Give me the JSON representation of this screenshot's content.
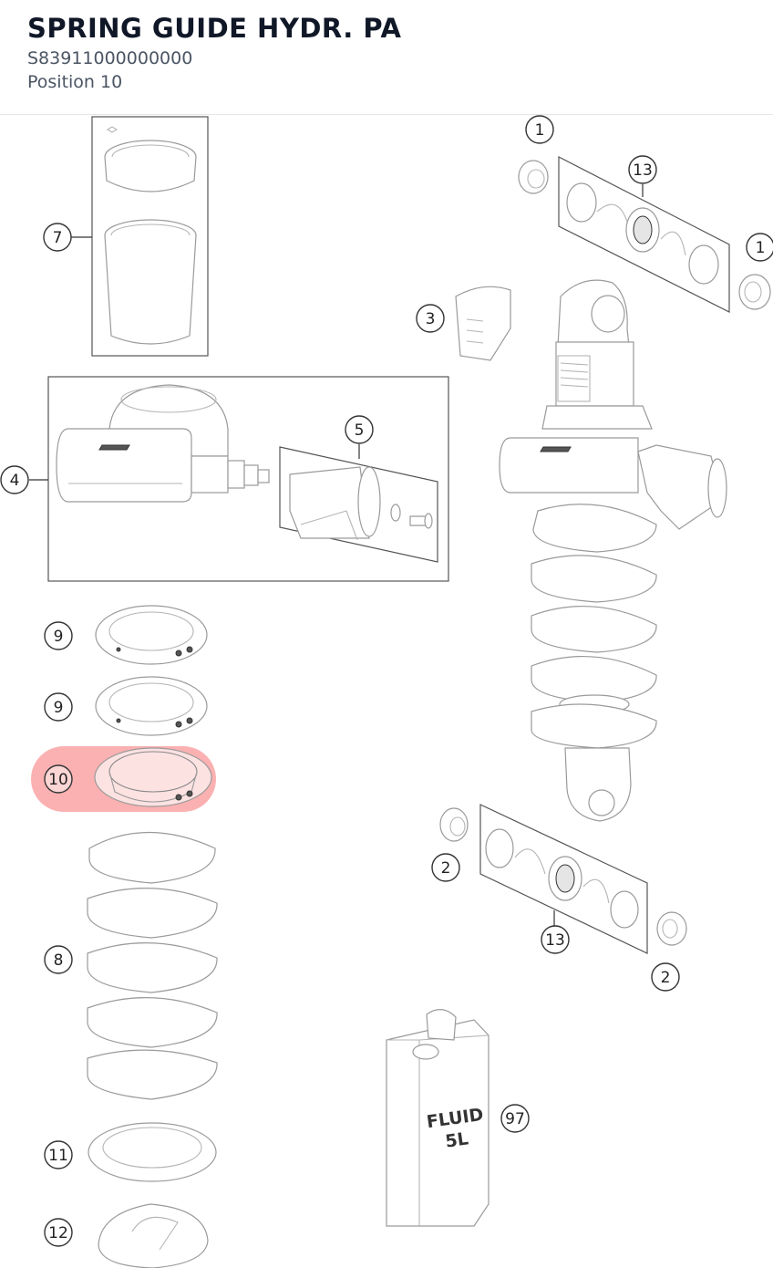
{
  "header": {
    "title": "SPRING GUIDE HYDR. PA",
    "part_number": "S83911000000000",
    "position": "Position 10"
  },
  "highlight_color": "#f87171",
  "callouts": [
    {
      "label": "1"
    },
    {
      "label": "13"
    },
    {
      "label": "1"
    },
    {
      "label": "7"
    },
    {
      "label": "3"
    },
    {
      "label": "5"
    },
    {
      "label": "4"
    },
    {
      "label": "9"
    },
    {
      "label": "9"
    },
    {
      "label": "10"
    },
    {
      "label": "2"
    },
    {
      "label": "13"
    },
    {
      "label": "2"
    },
    {
      "label": "8"
    },
    {
      "label": "97"
    },
    {
      "label": "11"
    },
    {
      "label": "12"
    }
  ],
  "fluid_can": {
    "line1": "FLUID",
    "line2": "5L"
  }
}
